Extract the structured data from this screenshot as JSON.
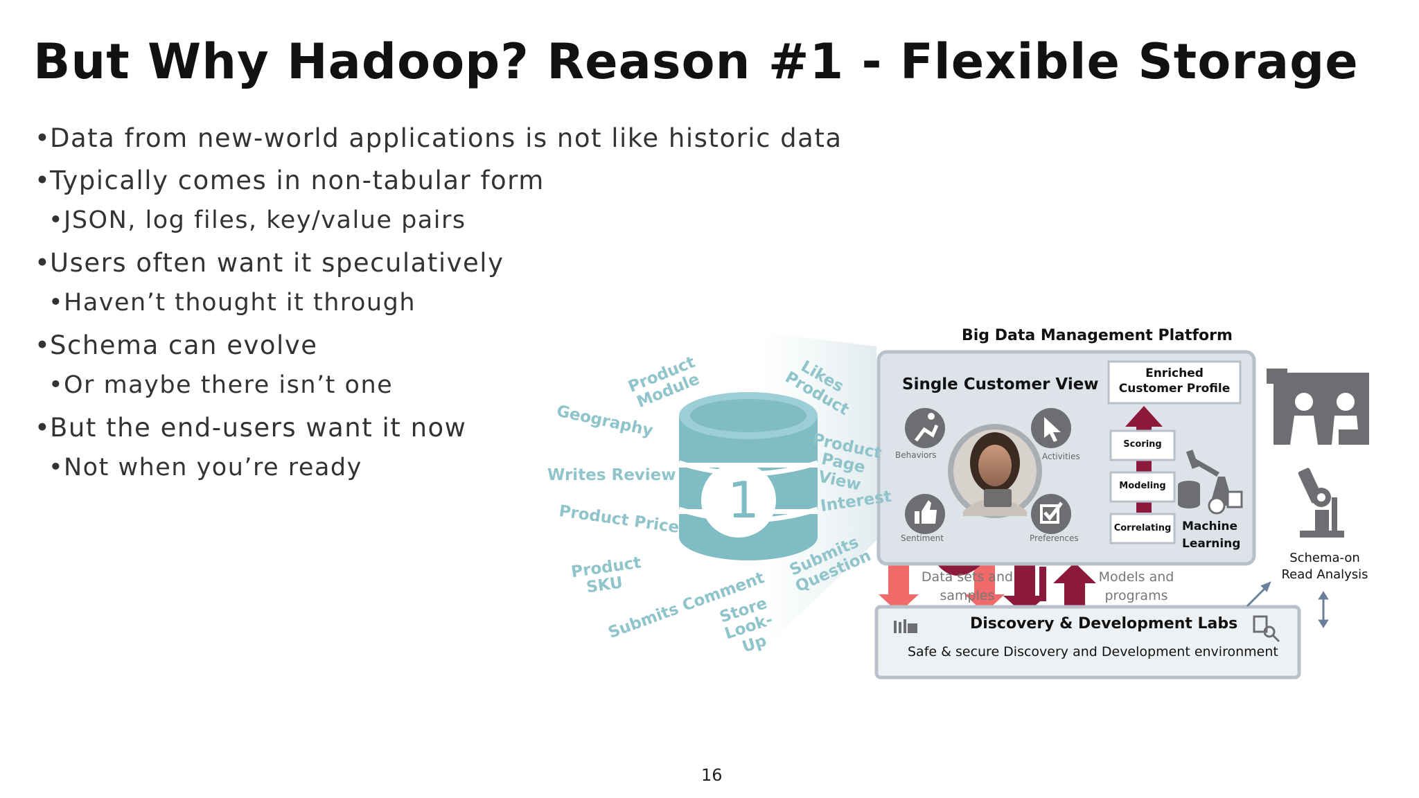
{
  "slide": {
    "title": "But Why Hadoop? Reason #1 - Flexible Storage",
    "page_number": "16"
  },
  "bullets": [
    {
      "text": "Data from new-world applications is not like historic data",
      "level": 1
    },
    {
      "text": "Typically comes in non-tabular form",
      "level": 1
    },
    {
      "text": "JSON, log files, key/value pairs",
      "level": 2
    },
    {
      "text": "Users often want it speculatively",
      "level": 1
    },
    {
      "text": "Haven’t thought it through",
      "level": 2
    },
    {
      "text": "Schema can evolve",
      "level": 1
    },
    {
      "text": "Or maybe there isn’t one",
      "level": 2
    },
    {
      "text": "But the end-users want it now",
      "level": 1
    },
    {
      "text": "Not when you’re ready",
      "level": 2
    }
  ],
  "diagram": {
    "cylinder_number": "1",
    "cloud_words": {
      "product_module": "Product Module",
      "geography": "Geography",
      "writes_review": "Writes Review",
      "product_price": "Product Price",
      "product_sku": "Product SKU",
      "submits_comment": "Submits Comment",
      "store_lookup": "Store Look-Up",
      "submits_question": "Submits Question",
      "interest": "Interest",
      "product_page_view": "Product Page View",
      "likes_product": "Likes Product"
    },
    "platform_title": "Big Data Management Platform",
    "single_customer_view": "Single Customer View",
    "enriched_profile": "Enriched Customer Profile",
    "icon_labels": {
      "behaviors": "Behaviors",
      "activities": "Activities",
      "sentiment": "Sentiment",
      "preferences": "Preferences"
    },
    "steps": {
      "scoring": "Scoring",
      "modeling": "Modeling",
      "correlating": "Correlating"
    },
    "machine_learning": "Machine Learning",
    "datasets_label": "Data sets and samples",
    "models_label": "Models and programs",
    "labs_title": "Discovery & Development Labs",
    "labs_subtitle": "Safe & secure Discovery and Development environment",
    "schema_label": "Schema-on Read Analysis",
    "colors": {
      "teal": "#7fbcc4",
      "teal_light": "#8fc4cb",
      "maroon": "#8c1a3c",
      "salmon": "#f06a6a",
      "panel": "#dde3e8",
      "panel_border": "#b8c1c9",
      "gray_icon": "#6d6e71"
    }
  }
}
